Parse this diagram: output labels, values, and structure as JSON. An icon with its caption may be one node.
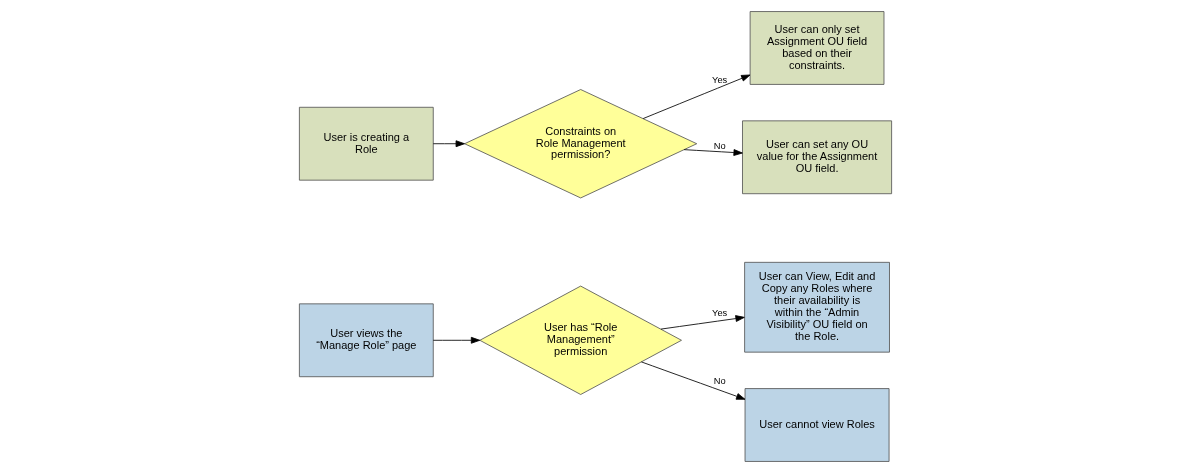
{
  "diagram": {
    "nodes": [
      {
        "text": [
          "User views the “Manage Role” page"
        ]
      },
      {
        "text": [
          "User has “Role Management” permission"
        ]
      },
      {
        "text": [
          "User can View, Edit and Copy any Roles where their availability is within the “Admin Visibility” OU field on the Role."
        ]
      },
      {
        "text": [
          "User cannot view Roles"
        ]
      },
      {
        "text": [
          "User is creating a Role"
        ]
      },
      {
        "text": [
          "Constraints on Role Management permission?"
        ]
      },
      {
        "text": [
          "User can only set Assignment OU field based on their constraints."
        ]
      },
      {
        "text": [
          "User can set any OU value for the Assignment OU field."
        ]
      }
    ],
    "edges": [
      {
        "from": 0,
        "to": 1,
        "arrow": "to"
      },
      {
        "from": 1,
        "to": 2,
        "arrow": "to",
        "label": "Yes"
      },
      {
        "from": 1,
        "to": 3,
        "arrow": "to",
        "label": "No"
      },
      {
        "from": 4,
        "to": 5,
        "arrow": "to"
      },
      {
        "from": 5,
        "to": 6,
        "arrow": "to",
        "label": "Yes"
      },
      {
        "from": 5,
        "to": 7,
        "arrow": "to",
        "label": "No"
      }
    ]
  }
}
